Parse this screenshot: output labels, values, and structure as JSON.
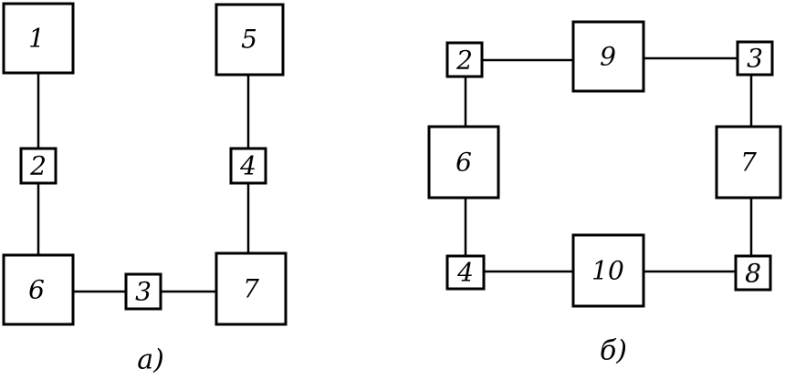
{
  "diagram_a": {
    "caption": "а)",
    "blocks": [
      {
        "id": "a1",
        "label": "1"
      },
      {
        "id": "a2",
        "label": "2"
      },
      {
        "id": "a6",
        "label": "6"
      },
      {
        "id": "a3",
        "label": "3"
      },
      {
        "id": "a7",
        "label": "7"
      },
      {
        "id": "a4",
        "label": "4"
      },
      {
        "id": "a5",
        "label": "5"
      }
    ],
    "links": [
      [
        "a1",
        "a2"
      ],
      [
        "a2",
        "a6"
      ],
      [
        "a6",
        "a3"
      ],
      [
        "a3",
        "a7"
      ],
      [
        "a7",
        "a4"
      ],
      [
        "a4",
        "a5"
      ]
    ]
  },
  "diagram_b": {
    "caption": "б)",
    "blocks": [
      {
        "id": "b2",
        "label": "2"
      },
      {
        "id": "b9",
        "label": "9"
      },
      {
        "id": "b3",
        "label": "3"
      },
      {
        "id": "b6",
        "label": "6"
      },
      {
        "id": "b7",
        "label": "7"
      },
      {
        "id": "b4",
        "label": "4"
      },
      {
        "id": "b10",
        "label": "10"
      },
      {
        "id": "b8",
        "label": "8"
      }
    ],
    "links": [
      [
        "b2",
        "b9"
      ],
      [
        "b9",
        "b3"
      ],
      [
        "b3",
        "b7"
      ],
      [
        "b7",
        "b8"
      ],
      [
        "b8",
        "b10"
      ],
      [
        "b10",
        "b4"
      ],
      [
        "b4",
        "b6"
      ],
      [
        "b6",
        "b2"
      ]
    ]
  }
}
